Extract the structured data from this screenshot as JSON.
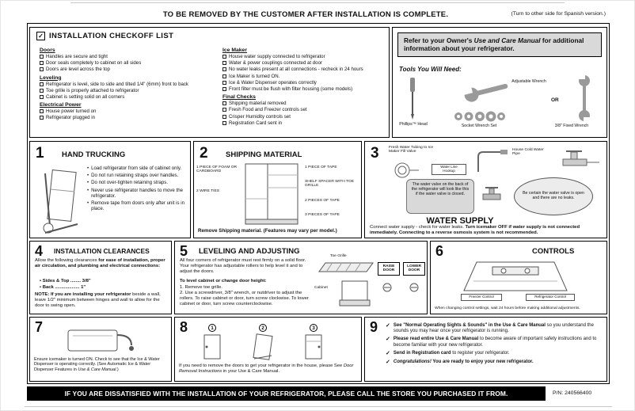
{
  "header": {
    "remove_notice": "TO BE REMOVED BY THE CUSTOMER AFTER INSTALLATION IS COMPLETE.",
    "spanish_note": "(Turn to other side for Spanish version.)"
  },
  "checkoff": {
    "check_symbol": "✓",
    "title": "INSTALLATION CHECKOFF LIST",
    "left": {
      "doors": {
        "heading": "Doors",
        "items": [
          "Handles are secure and tight",
          "Door seals completely to cabinet on all sides",
          "Doors are level across the top"
        ]
      },
      "leveling": {
        "heading": "Leveling",
        "items": [
          "Refrigerator is level, side to side and tilted 1/4\" (6mm) front to back",
          "Toe grille is properly attached to refrigerator",
          "Cabinet is setting solid on all corners"
        ]
      },
      "electrical": {
        "heading": "Electrical Power",
        "items": [
          "House power turned on",
          "Refrigerator plugged in"
        ]
      }
    },
    "right": {
      "ice_maker": {
        "heading": "Ice Maker",
        "items": [
          "House water supply connected to refrigerator",
          "Water & power couplings connected at door",
          "No water leaks present at all connections - recheck in 24 hours",
          "Ice Maker is turned ON.",
          "Ice & Water Dispenser operates correctly",
          "Front filter must be flush with filter housing (some models)"
        ]
      },
      "final_checks": {
        "heading": "Final Checks",
        "items": [
          "Shipping material removed",
          "Fresh Food and Freezer controls set",
          "Crisper Humidity controls set",
          "Registration Card sent in"
        ]
      }
    }
  },
  "reference_box": {
    "text_1": "Refer to your Owner's ",
    "text_italic": "Use and Care Manual",
    "text_2": " for additional information about your refrigerator."
  },
  "tools": {
    "title": "Tools You Will Need:",
    "phillips": "Phillips™ Head",
    "socket": "Socket Wrench Set",
    "adjustable": "Adjustable Wrench",
    "or": "OR",
    "fixed": "3/8\" Fixed Wrench"
  },
  "s1": {
    "number": "1",
    "title": "HAND TRUCKING",
    "bullets": [
      "Load refrigerator from side of cabinet only.",
      "Do not run retaining straps over handles.",
      "Do not over-tighten retaining straps.",
      "Never use refrigerator handles to move the refrigerator.",
      "Remove tape from doors only after unit is in place."
    ]
  },
  "s2": {
    "number": "2",
    "title": "SHIPPING MATERIAL",
    "labels": [
      "1 PIECE OF FOAM OR CARDBOARD",
      "2 WIRE TIES",
      "1 PIECE OF TAPE",
      "SHELF SPACER WITH TOE GRILLE",
      "2 PIECES OF TAPE",
      "3 PIECES OF TAPE"
    ],
    "caption_bold": "Remove Shipping material.",
    "caption_rest": " (Features may vary per model.)"
  },
  "s3": {
    "number": "3",
    "label_tubing": "Fresh Water Tubing to Ice Maker Fill Valve",
    "label_hookup": "Water Line Hookup",
    "label_pipe": "House Cold Water Pipe",
    "note_valve": "The water valve on the back of the refrigerator will look like this if the water valve is closed.",
    "note_open": "Be certain the water valve is open and there are no leaks.",
    "title": "WATER SUPPLY",
    "body_normal": "Connect water supply - check for water leaks. ",
    "body_bold": "Turn icemaker OFF if water supply is not connected immediately. Connecting to a reverse osmosis system is not recommended."
  },
  "s4": {
    "number": "4",
    "title": "INSTALLATION CLEARANCES",
    "intro_normal": "Allow the following clearances ",
    "intro_bold": "for ease of installation, proper air circulation, and plumbing and electrical connections:",
    "clearance_sides": "• Sides & Top ........ 3/8\"",
    "clearance_back": "• Back ................... 1\"",
    "note_bold": "NOTE: If you are installing your refrigerator",
    "note_rest": " beside a wall, leave 1/2\" minimum between hinges and wall to allow for the door to swing open."
  },
  "s5": {
    "number": "5",
    "title": "LEVELING AND ADJUSTING",
    "intro": "All four corners of refrigerator must rest firmly on a solid floor. Your refrigerator has adjustable rollers to help level it and to adjust the doors.",
    "subhead": "To level cabinet or change door height:",
    "step1": "1. Remove toe grille.",
    "step2": "2. Use a screwdriver, 3/8\" wrench, or nutdriver to adjust the rollers. To raise cabinet or door, turn screw clockwise. To lower cabinet or door, turn screw counterclockwise.",
    "label_toe_grille": "Toe Grille",
    "label_cabinet": "Cabinet",
    "label_raise": "RAISE DOOR",
    "label_lower": "LOWER DOOR"
  },
  "s6": {
    "number": "6",
    "title": "CONTROLS",
    "label_freezer": "Freezer Control",
    "label_fridge": "Refrigerator Control",
    "caption": "When changing control settings, wait 24 hours before making additional adjustments."
  },
  "s7": {
    "number": "7",
    "caption_1": "Ensure icemaker is turned ON. Check to see that the Ice & Water Dispenser is operating correctly. (See Automatic Ice & Water Dispenser Features in ",
    "caption_italic": "Use & Care Manual",
    "caption_2": ".)"
  },
  "s8": {
    "number": "8",
    "steps": [
      "1",
      "2",
      "3"
    ],
    "caption_1": "If you need to remove the doors to get your refrigerator in the house, please See ",
    "caption_italic": "Door Removal Instructions",
    "caption_2": " in your Use & Care Manual."
  },
  "s9": {
    "number": "9",
    "check": "✓",
    "items": [
      {
        "lead": "See \"Normal Operating Sights & Sounds\" in the Use & Care Manual",
        "rest": " so you understand the sounds you may hear once your refrigerator is running."
      },
      {
        "lead": "Please read entire Use & Care Manual",
        "rest": " to become aware of important safety instructions and to become familiar with your new refrigerator."
      },
      {
        "lead": "Send in Registration card",
        "rest": " to register your refrigerator."
      },
      {
        "lead": "Congratulations!",
        "rest": " You are ready to enjoy your new refrigerator."
      }
    ]
  },
  "footer": {
    "bar_text": "IF YOU ARE DISSATISFIED WITH THE INSTALLATION OF YOUR REFRIGERATOR, PLEASE CALL THE STORE YOU PURCHASED IT FROM.",
    "part_number": "P/N: 240566400"
  }
}
